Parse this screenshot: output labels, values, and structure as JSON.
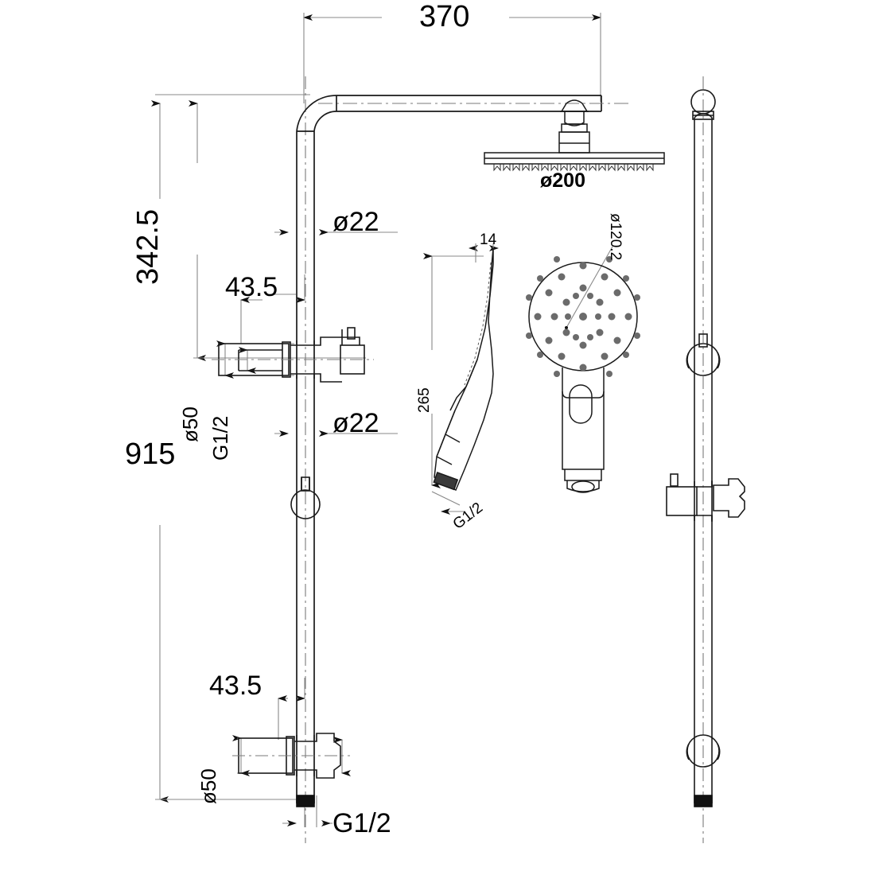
{
  "drawing": {
    "title": "Shower rail set technical dimension drawing",
    "units": "mm",
    "line_color": "#1a1a1a",
    "dim_line_color": "#808080",
    "background": "#ffffff"
  },
  "dimensions": {
    "arm_projection": "370",
    "riser_upper_height": "342.5",
    "overall_height": "915",
    "riser_tube_diameter_top": "ø22",
    "riser_tube_diameter_bottom": "ø22",
    "valve_offset_top": "43.5",
    "valve_offset_bottom": "43.5",
    "flange_diameter_top": "ø50",
    "flange_diameter_bottom": "ø50",
    "inlet_thread_top": "G1/2",
    "inlet_thread_bottom": "G1/2",
    "rain_head_diameter": "ø200",
    "hand_shower_length": "265",
    "hand_shower_thickness": "14",
    "hand_shower_thread": "G1/2",
    "hand_shower_face_diameter": "ø120.2"
  },
  "views": [
    {
      "name": "main-riser-assembly",
      "label": "Shower column side view"
    },
    {
      "name": "hand-shower-side-view",
      "label": "Hand shower side profile"
    },
    {
      "name": "hand-shower-front-view",
      "label": "Hand shower face view"
    },
    {
      "name": "slide-rail-view",
      "label": "Slide rail with holder"
    }
  ],
  "labels": {
    "d370": "370",
    "d3425": "342.5",
    "d915": "915",
    "d22a": "ø22",
    "d22b": "ø22",
    "d435a": "43.5",
    "d435b": "43.5",
    "d50a": "ø50",
    "d50b": "ø50",
    "g12a": "G1/2",
    "g12b": "G1/2",
    "g12c": "G1/2",
    "d200": "ø200",
    "d265": "265",
    "d14": "14",
    "d1202": "ø120.2"
  }
}
